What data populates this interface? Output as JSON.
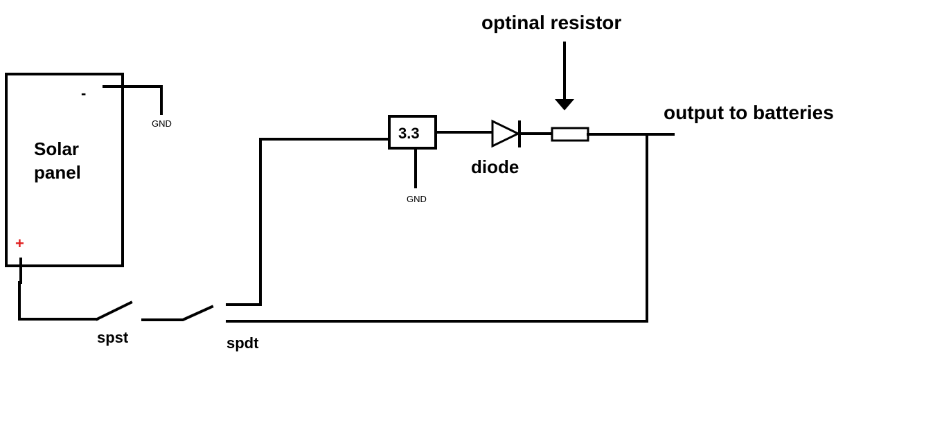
{
  "labels": {
    "panel_line1": "Solar",
    "panel_line2": "panel",
    "minus": "-",
    "plus": "+",
    "gnd_panel": "GND",
    "regulator": "3.3",
    "gnd_regulator": "GND",
    "diode": "diode",
    "resistor": "optinal resistor",
    "output": "output to batteries",
    "spst": "spst",
    "spdt": "spdt"
  },
  "colors": {
    "wire": "#000000",
    "plus": "#e02020",
    "background": "#ffffff"
  }
}
